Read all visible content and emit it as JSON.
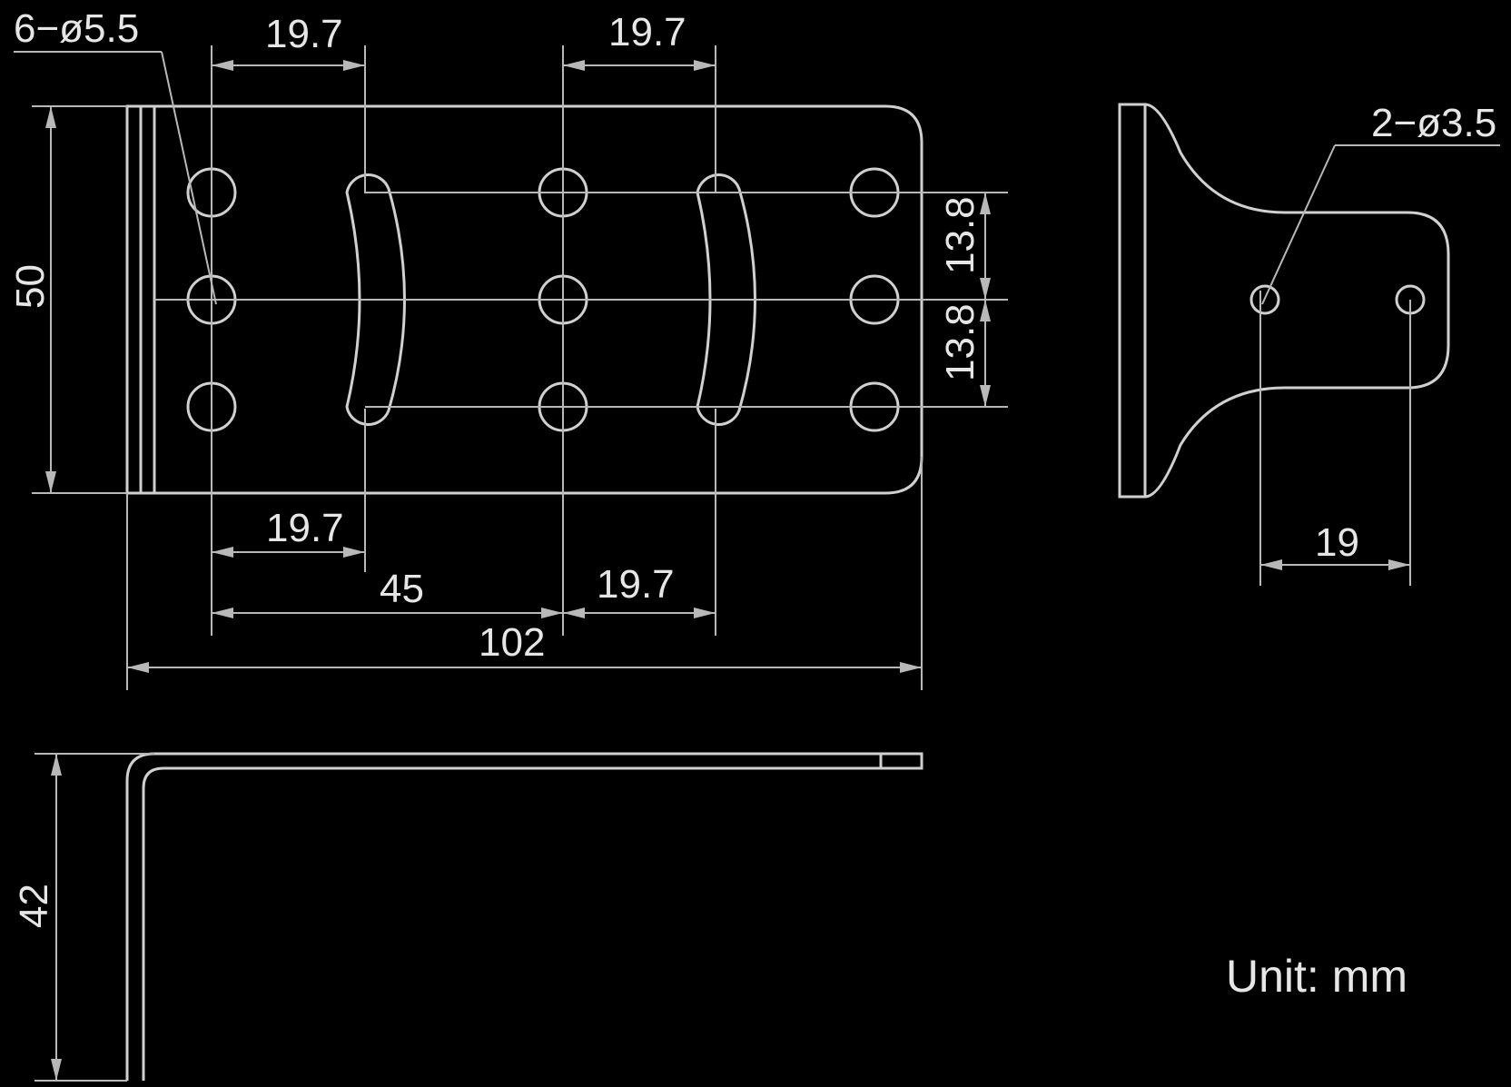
{
  "colors": {
    "background": "#000000",
    "line": "#d0d0d0",
    "thin": "#b8b8b8",
    "text": "#e6e6e6"
  },
  "labels": {
    "holes_large": "6−ø5.5",
    "holes_small": "2−ø3.5",
    "top_left": "19.7",
    "top_right": "19.7",
    "height": "50",
    "upper_spacing": "13.8",
    "lower_spacing": "13.8",
    "mid_left": "19.7",
    "mid_right": "19.7",
    "total_45": "45",
    "total_102": "102",
    "side_19": "19",
    "bottom_42": "42",
    "unit": "Unit: mm"
  }
}
